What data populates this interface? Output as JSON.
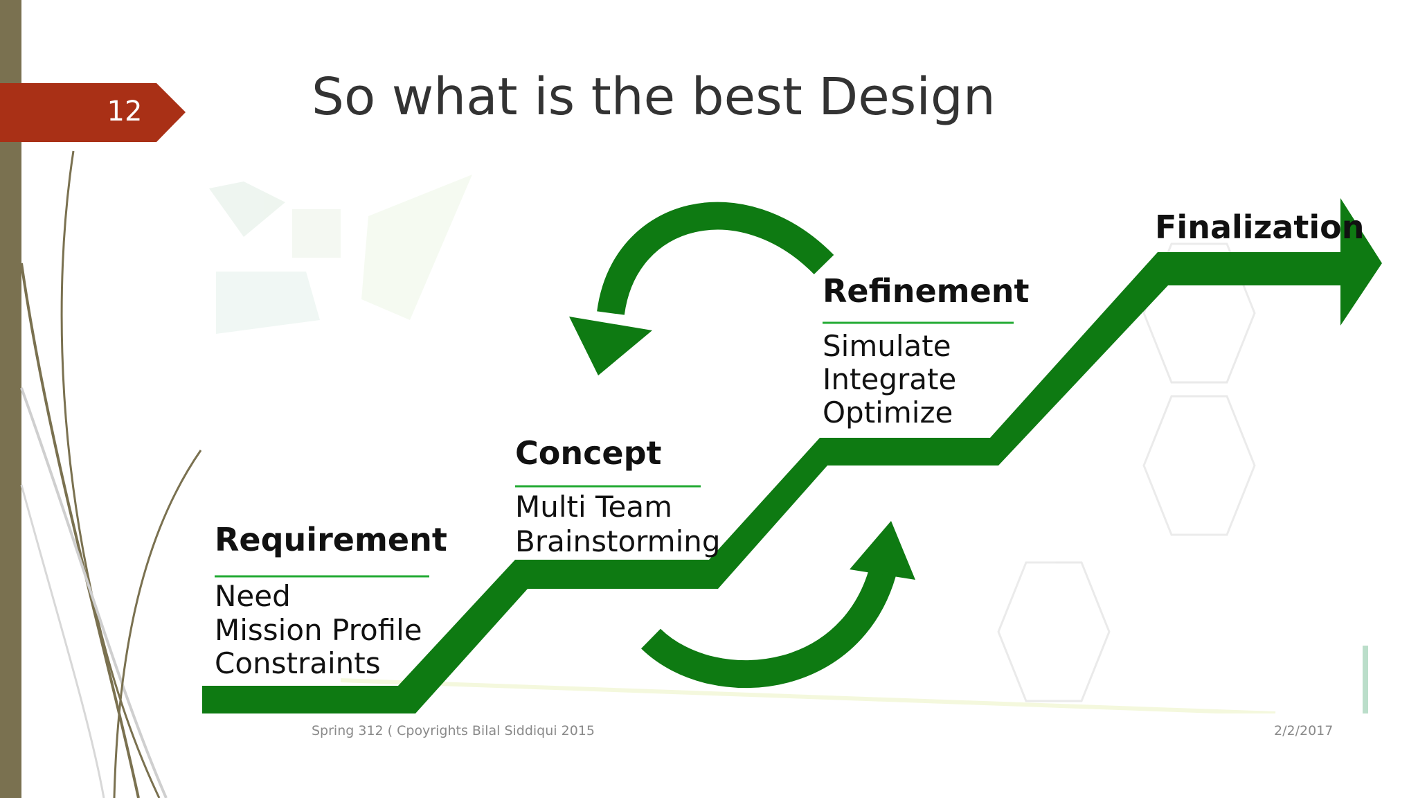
{
  "slide": {
    "number": "12",
    "title": "So what is the best Design"
  },
  "footer": {
    "left": "Spring 312 ( Cpoyrights Bilal Siddiqui 2015",
    "right": "2/2/2017"
  },
  "diagram": {
    "stages": [
      {
        "title": "Requirement",
        "items": [
          "Need",
          "Mission Profile",
          "Constraints"
        ]
      },
      {
        "title": "Concept",
        "items": [
          "Multi Team",
          "Brainstorming"
        ]
      },
      {
        "title": "Refinement",
        "items": [
          "Simulate",
          "Integrate",
          "Optimize"
        ]
      },
      {
        "title": "Finalization",
        "items": []
      }
    ],
    "colors": {
      "arrow": "#0e7a12",
      "underline": "#22aa33",
      "accent_tab": "#a93016",
      "left_bar": "#7a7150"
    }
  }
}
